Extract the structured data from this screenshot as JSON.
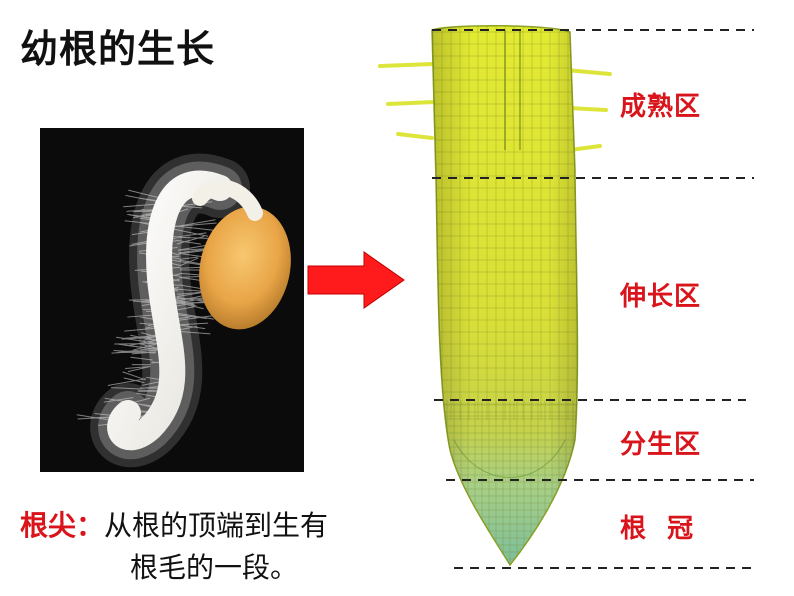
{
  "title": "幼根的生长",
  "zones": [
    {
      "id": "maturation",
      "label": "成熟区"
    },
    {
      "id": "elongation",
      "label": "伸长区"
    },
    {
      "id": "meristem",
      "label": "分生区"
    },
    {
      "id": "root_cap",
      "label": "根  冠"
    }
  ],
  "caption": {
    "term": "根尖",
    "colon": "：",
    "line1_rest": "从根的顶端到生有",
    "line2": "根毛的一段。"
  },
  "colors": {
    "label_red": "#d9141b",
    "arrow_red": "#ff1b1b",
    "root_yellow": "#e9ee35",
    "root_green": "#8fc7a0",
    "photo_bg": "#0b0b0b"
  },
  "icons": {
    "arrow": "right-arrow-icon",
    "seedling": "seedling-photo",
    "root_tip": "root-tip-diagram"
  }
}
